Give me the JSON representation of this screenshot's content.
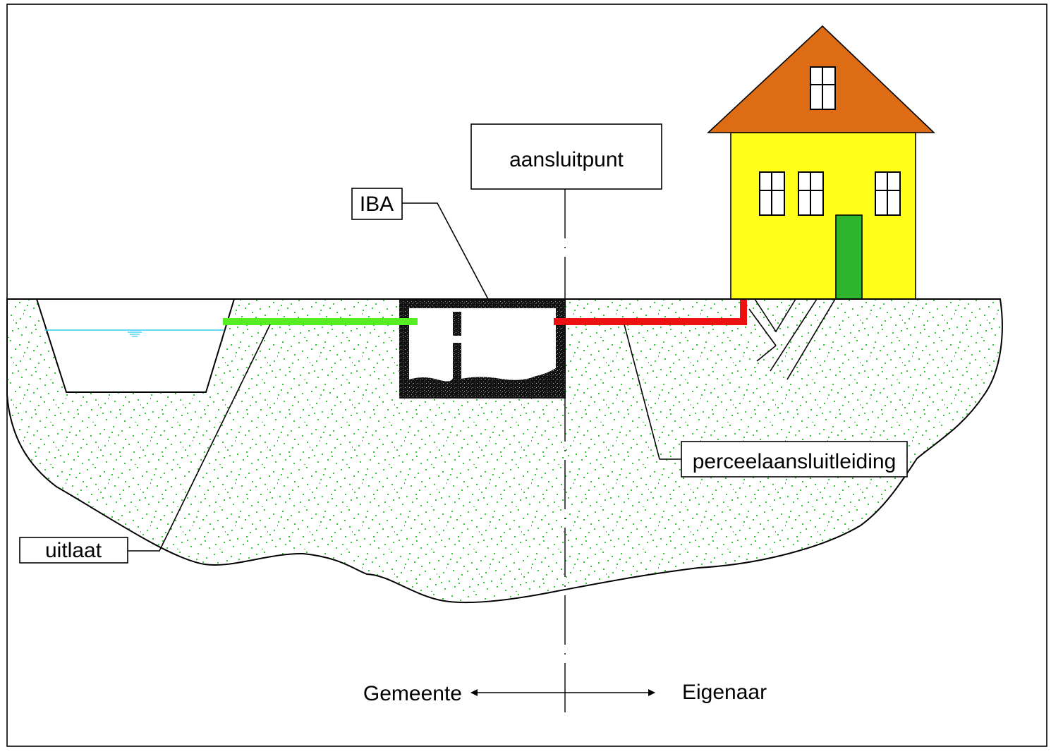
{
  "labels": {
    "connection_point": "aansluitpunt",
    "iba": "IBA",
    "property_line": "perceelaansluitleiding",
    "outlet": "uitlaat",
    "municipality": "Gemeente",
    "owner": "Eigenaar"
  },
  "colors": {
    "soil_speckle": "#33cc33",
    "outlet_pipe": "#55ee22",
    "property_pipe": "#ee1111",
    "roof": "#dd6c14",
    "house_wall": "#ffff1a",
    "door": "#2db52d",
    "water_line": "#33ccee"
  }
}
